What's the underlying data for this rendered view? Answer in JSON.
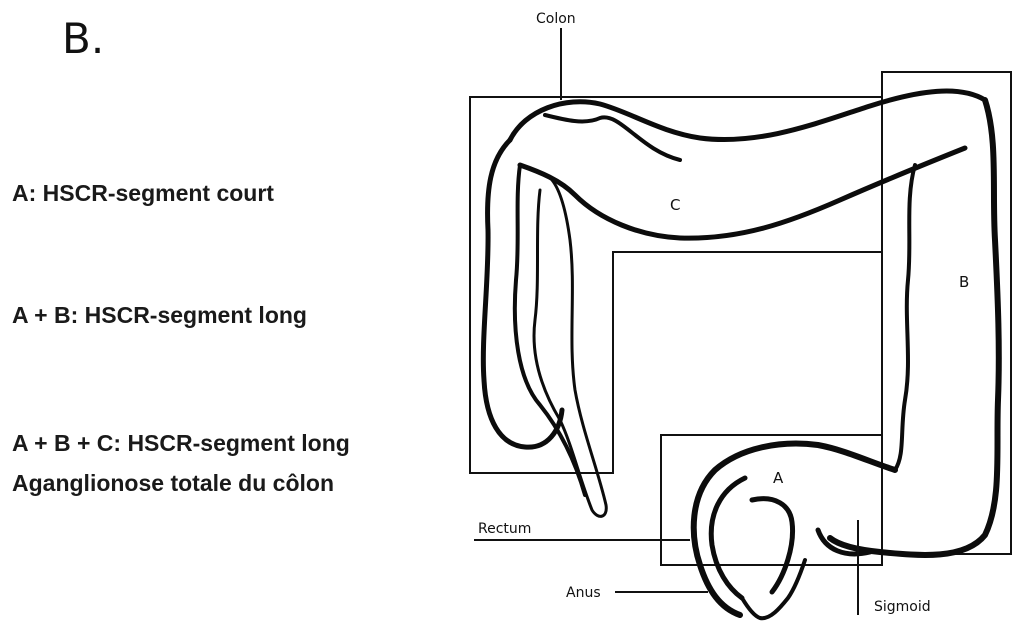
{
  "panel_label": "B.",
  "legend": {
    "line_a": "A: HSCR-segment court",
    "line_ab": "A + B: HSCR-segment long",
    "line_abc_1": "A + B + C: HSCR-segment long",
    "line_abc_2": "Aganglionose totale du côlon"
  },
  "diagram": {
    "labels": {
      "colon": "Colon",
      "rectum": "Rectum",
      "anus": "Anus",
      "sigmoid": "Sigmoid"
    },
    "regions": {
      "a": "A",
      "b": "B",
      "c": "C"
    }
  }
}
